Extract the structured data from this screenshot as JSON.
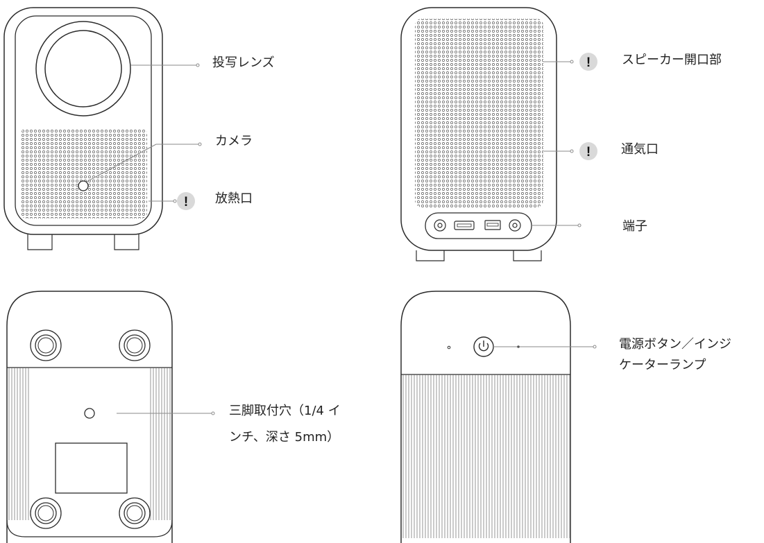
{
  "labels": {
    "lens": "投写レンズ",
    "camera": "カメラ",
    "heat_vent": "放熱口",
    "speaker": "スピーカー開口部",
    "air_vent": "通気口",
    "ports": "端子",
    "power_line1": "電源ボタン／インジ",
    "power_line2": "ケーターランプ",
    "tripod_line1": "三脚取付穴（1/4 イ",
    "tripod_line2": "ンチ、深さ 5mm）"
  },
  "warning_symbol": "!",
  "icons": [
    "warning-icon",
    "power-icon",
    "hdmi-port-icon",
    "usb-port-icon",
    "audio-port-icon"
  ],
  "colors": {
    "outline": "#2b2b2b",
    "leader": "#8a8a8a",
    "warning_badge": "#d9d9d9"
  }
}
